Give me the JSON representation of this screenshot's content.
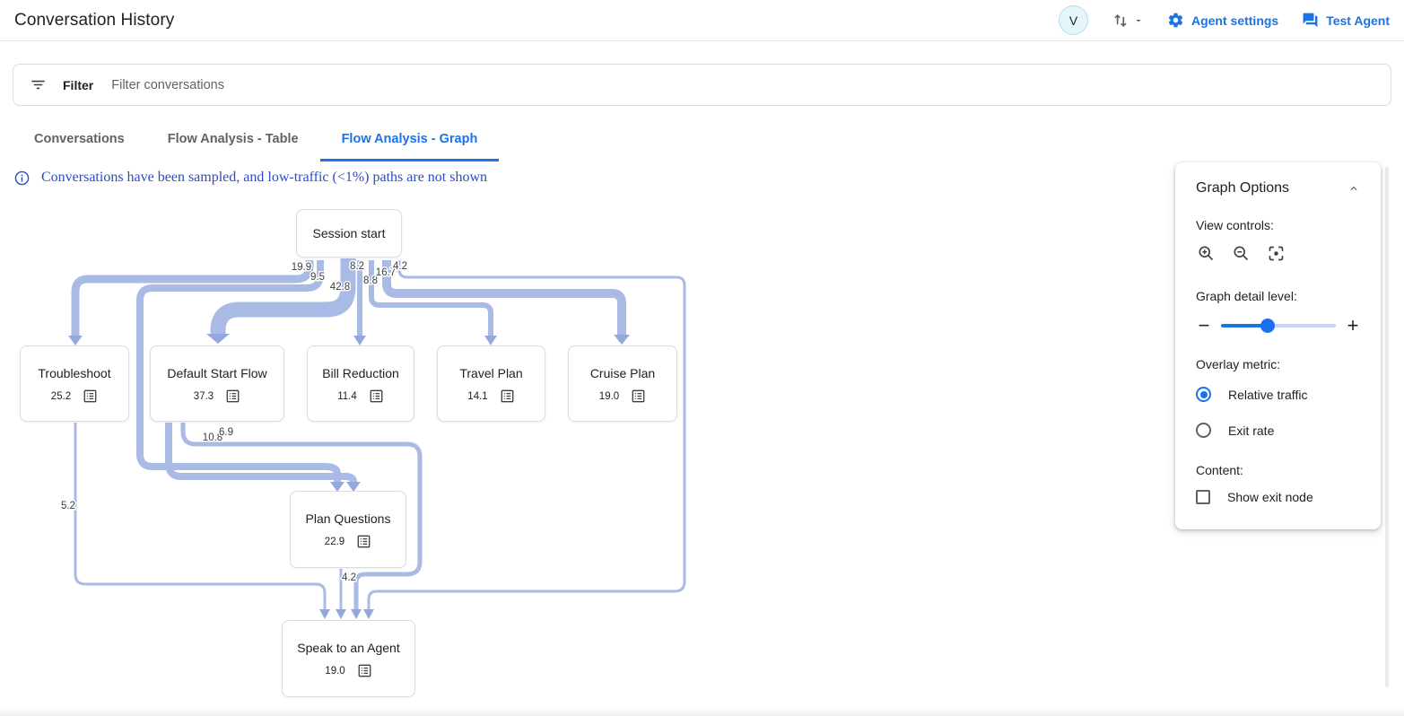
{
  "header": {
    "title": "Conversation History",
    "avatar_initial": "V",
    "agent_settings_label": "Agent settings",
    "test_agent_label": "Test Agent"
  },
  "filter": {
    "label": "Filter",
    "placeholder": "Filter conversations"
  },
  "tabs": [
    {
      "label": "Conversations",
      "active": false
    },
    {
      "label": "Flow Analysis - Table",
      "active": false
    },
    {
      "label": "Flow Analysis - Graph",
      "active": true
    }
  ],
  "notice": "Conversations have been sampled, and low-traffic (<1%) paths are not shown",
  "graph": {
    "nodes": [
      {
        "id": "session-start",
        "title": "Session start"
      },
      {
        "id": "troubleshoot",
        "title": "Troubleshoot",
        "value": "25.2"
      },
      {
        "id": "default-start-flow",
        "title": "Default Start Flow",
        "value": "37.3"
      },
      {
        "id": "bill-reduction",
        "title": "Bill Reduction",
        "value": "11.4"
      },
      {
        "id": "travel-plan",
        "title": "Travel Plan",
        "value": "14.1"
      },
      {
        "id": "cruise-plan",
        "title": "Cruise Plan",
        "value": "19.0"
      },
      {
        "id": "plan-questions",
        "title": "Plan Questions",
        "value": "22.9"
      },
      {
        "id": "speak-to-an-agent",
        "title": "Speak to an Agent",
        "value": "19.0"
      }
    ],
    "edges": [
      {
        "id": "session-troubleshoot",
        "from": "Session start",
        "to": "Troubleshoot",
        "value": "19.9"
      },
      {
        "id": "session-plan-questions",
        "from": "Session start",
        "to": "Plan Questions",
        "value": "9.5"
      },
      {
        "id": "session-default-start-flow",
        "from": "Session start",
        "to": "Default Start Flow",
        "value": "42.8"
      },
      {
        "id": "session-bill-reduction",
        "from": "Session start",
        "to": "Bill Reduction",
        "value": "8.2"
      },
      {
        "id": "session-travel-plan",
        "from": "Session start",
        "to": "Travel Plan",
        "value": "8.8"
      },
      {
        "id": "session-cruise-plan",
        "from": "Session start",
        "to": "Cruise Plan",
        "value": "16.7"
      },
      {
        "id": "session-speak-to-an-agent",
        "from": "Session start",
        "to": "Speak to an Agent",
        "value": "4.2"
      },
      {
        "id": "troubleshoot-speak-to-an-agent",
        "from": "Troubleshoot",
        "to": "Speak to an Agent",
        "value": "5.2"
      },
      {
        "id": "default-start-flow-plan-questions",
        "from": "Default Start Flow",
        "to": "Plan Questions",
        "value": "10.8"
      },
      {
        "id": "default-start-flow-speak-to-an-agent",
        "from": "Default Start Flow",
        "to": "Speak to an Agent",
        "value": "6.9"
      },
      {
        "id": "plan-questions-speak-to-an-agent",
        "from": "Plan Questions",
        "to": "Speak to an Agent",
        "value": "4.2"
      }
    ]
  },
  "graph_options": {
    "title": "Graph Options",
    "view_controls_label": "View controls:",
    "detail_label": "Graph detail level:",
    "detail_value_pct": 41,
    "overlay_label": "Overlay metric:",
    "overlay_options": [
      {
        "label": "Relative traffic",
        "selected": true
      },
      {
        "label": "Exit rate",
        "selected": false
      }
    ],
    "content_label": "Content:",
    "show_exit_node": {
      "label": "Show exit node",
      "checked": false
    }
  },
  "icons": {
    "avatar": "user-initial-circle",
    "sort": "swap-vertical-arrows",
    "settings": "gear",
    "test_agent": "forum-chat",
    "filter": "filter-list",
    "notice": "info-circle-outline",
    "zoom_in": "magnifier-plus",
    "zoom_out": "magnifier-minus",
    "recenter": "center-focus",
    "collapse": "chevron-up",
    "node_detail": "list-alt"
  },
  "colors": {
    "accent": "#1a73e8",
    "edge": "#a9bae4",
    "edge_arrow": "#93a9dd",
    "notice_text": "#2b4bc9",
    "node_border": "#dadce0",
    "tab_inactive": "#5f6368"
  }
}
